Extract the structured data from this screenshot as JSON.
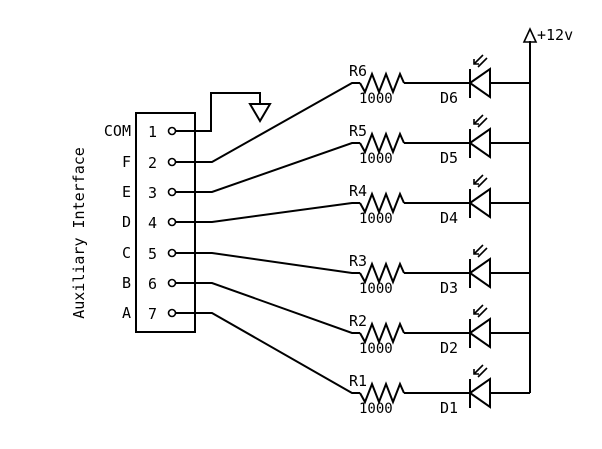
{
  "title": "Auxiliary Interface",
  "supply": {
    "label": "+12v"
  },
  "connector": {
    "pins": [
      {
        "number": "1",
        "signal": "COM"
      },
      {
        "number": "2",
        "signal": "F"
      },
      {
        "number": "3",
        "signal": "E"
      },
      {
        "number": "4",
        "signal": "D"
      },
      {
        "number": "5",
        "signal": "C"
      },
      {
        "number": "6",
        "signal": "B"
      },
      {
        "number": "7",
        "signal": "A"
      }
    ]
  },
  "channels": [
    {
      "pin": "2",
      "resistor": "R6",
      "value": "1000",
      "led": "D6"
    },
    {
      "pin": "3",
      "resistor": "R5",
      "value": "1000",
      "led": "D5"
    },
    {
      "pin": "4",
      "resistor": "R4",
      "value": "1000",
      "led": "D4"
    },
    {
      "pin": "5",
      "resistor": "R3",
      "value": "1000",
      "led": "D3"
    },
    {
      "pin": "6",
      "resistor": "R2",
      "value": "1000",
      "led": "D2"
    },
    {
      "pin": "7",
      "resistor": "R1",
      "value": "1000",
      "led": "D1"
    }
  ]
}
